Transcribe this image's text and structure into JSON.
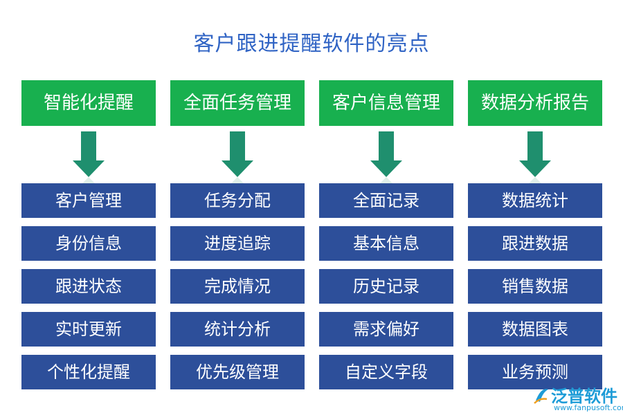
{
  "title": "客户跟进提醒软件的亮点",
  "columns": [
    {
      "head": "智能化提醒",
      "items": [
        "客户管理",
        "身份信息",
        "跟进状态",
        "实时更新",
        "个性化提醒"
      ]
    },
    {
      "head": "全面任务管理",
      "items": [
        "任务分配",
        "进度追踪",
        "完成情况",
        "统计分析",
        "优先级管理"
      ]
    },
    {
      "head": "客户信息管理",
      "items": [
        "全面记录",
        "基本信息",
        "历史记录",
        "需求偏好",
        "自定义字段"
      ]
    },
    {
      "head": "数据分析报告",
      "items": [
        "数据统计",
        "跟进数据",
        "销售数据",
        "数据图表",
        "业务预测"
      ]
    }
  ],
  "logo": {
    "name": "泛普软件",
    "url": "www.fanpusoft.com"
  },
  "colors": {
    "head": "#18b04f",
    "item": "#2d4f9a",
    "arrow": "#1f8f6e",
    "title": "#2f63c4"
  }
}
